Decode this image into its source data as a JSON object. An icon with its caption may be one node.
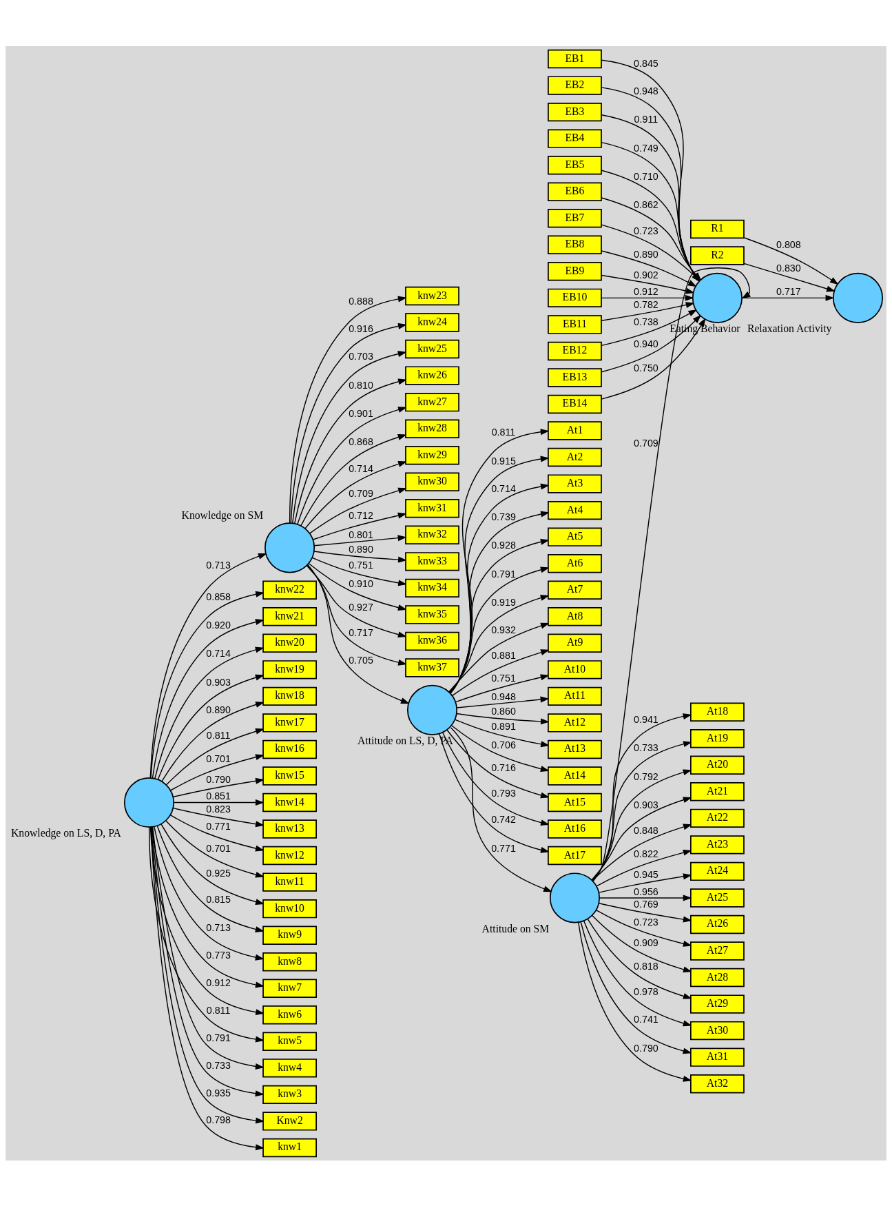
{
  "diagram": {
    "nodes": [
      {
        "text": [
          "knw23"
        ]
      },
      {
        "text": [
          "knw24"
        ]
      },
      {
        "text": [
          "knw25"
        ]
      },
      {
        "text": [
          "knw26"
        ]
      },
      {
        "text": [
          "knw27"
        ]
      },
      {
        "text": [
          "knw28"
        ]
      },
      {
        "text": [
          "knw29"
        ]
      },
      {
        "text": [
          "knw30"
        ]
      },
      {
        "text": [
          "knw31"
        ]
      },
      {
        "text": [
          "knw32"
        ]
      },
      {
        "text": [
          "knw33"
        ]
      },
      {
        "text": [
          "knw34"
        ]
      },
      {
        "text": [
          "knw35"
        ]
      },
      {
        "text": [
          "knw36"
        ]
      },
      {
        "text": [
          "knw37"
        ]
      },
      {
        "text": [],
        "shape": "circle",
        "beside": [
          "Knowledge on SM"
        ]
      },
      {
        "text": [
          "knw22"
        ]
      },
      {
        "text": [
          "knw21"
        ]
      },
      {
        "text": [
          "knw20"
        ]
      },
      {
        "text": [
          "knw19"
        ]
      },
      {
        "text": [
          "knw18"
        ]
      },
      {
        "text": [
          "knw17"
        ]
      },
      {
        "text": [
          "knw16"
        ]
      },
      {
        "text": [
          "knw15"
        ]
      },
      {
        "text": [
          "knw14"
        ]
      },
      {
        "text": [
          "knw13"
        ]
      },
      {
        "text": [
          "knw12"
        ]
      },
      {
        "text": [
          "knw11"
        ]
      },
      {
        "text": [
          "knw10"
        ]
      },
      {
        "text": [
          "knw9"
        ]
      },
      {
        "text": [
          "knw8"
        ]
      },
      {
        "text": [
          "knw7"
        ]
      },
      {
        "text": [
          "knw6"
        ]
      },
      {
        "text": [
          "knw5"
        ]
      },
      {
        "text": [
          "knw4"
        ]
      },
      {
        "text": [
          "knw3"
        ]
      },
      {
        "text": [
          "Knw2"
        ]
      },
      {
        "text": [
          "knw1"
        ]
      },
      {
        "text": [
          "At1"
        ]
      },
      {
        "text": [
          "At2"
        ]
      },
      {
        "text": [
          "At3"
        ]
      },
      {
        "text": [
          "At4"
        ]
      },
      {
        "text": [
          "At5"
        ]
      },
      {
        "text": [
          "At6"
        ]
      },
      {
        "text": [
          "At7"
        ]
      },
      {
        "text": [
          "At8"
        ]
      },
      {
        "text": [
          "At9"
        ]
      },
      {
        "text": [
          "At10"
        ]
      },
      {
        "text": [
          "At11"
        ]
      },
      {
        "text": [
          "At12"
        ]
      },
      {
        "text": [
          "At13"
        ]
      },
      {
        "text": [
          "At14"
        ]
      },
      {
        "text": [
          "At15"
        ]
      },
      {
        "text": [
          "At16"
        ]
      },
      {
        "text": [
          "At17"
        ]
      },
      {
        "text": [],
        "shape": "circle",
        "beside": [
          "Knowledge on LS, D, PA"
        ]
      },
      {
        "text": [],
        "shape": "circle",
        "beside": [
          "Attitude on LS, D, PA"
        ]
      },
      {
        "text": [
          "R1"
        ]
      },
      {
        "text": [
          "R2"
        ]
      },
      {
        "text": [],
        "shape": "circle",
        "beside": [
          "Relaxation Activity"
        ]
      },
      {
        "text": [],
        "shape": "circle",
        "beside": [
          "Attitude on SM"
        ]
      },
      {
        "text": [
          "At18"
        ]
      },
      {
        "text": [
          "At19"
        ]
      },
      {
        "text": [
          "At20"
        ]
      },
      {
        "text": [
          "At21"
        ]
      },
      {
        "text": [
          "At22"
        ]
      },
      {
        "text": [
          "At23"
        ]
      },
      {
        "text": [
          "At24"
        ]
      },
      {
        "text": [
          "At25"
        ]
      },
      {
        "text": [
          "At26"
        ]
      },
      {
        "text": [
          "At27"
        ]
      },
      {
        "text": [
          "At28"
        ]
      },
      {
        "text": [
          "At29"
        ]
      },
      {
        "text": [
          "At30"
        ]
      },
      {
        "text": [
          "At31"
        ]
      },
      {
        "text": [
          "At32"
        ]
      },
      {
        "text": [],
        "shape": "circle",
        "beside": [
          "Eating Behavior"
        ]
      },
      {
        "text": [
          "EB1"
        ]
      },
      {
        "text": [
          "EB2"
        ]
      },
      {
        "text": [
          "EB3"
        ]
      },
      {
        "text": [
          "EB4"
        ]
      },
      {
        "text": [
          "EB5"
        ]
      },
      {
        "text": [
          "EB6"
        ]
      },
      {
        "text": [
          "EB7"
        ]
      },
      {
        "text": [
          "EB8"
        ]
      },
      {
        "text": [
          "EB9"
        ]
      },
      {
        "text": [
          "EB10"
        ]
      },
      {
        "text": [
          "EB11"
        ]
      },
      {
        "text": [
          "EB12"
        ]
      },
      {
        "text": [
          "EB13"
        ]
      },
      {
        "text": [
          "EB14"
        ]
      }
    ],
    "edges": [
      {
        "from": 15,
        "to": 0,
        "arrow": "to",
        "label": "0.888"
      },
      {
        "from": 15,
        "to": 1,
        "arrow": "to",
        "label": "0.916"
      },
      {
        "from": 15,
        "to": 2,
        "arrow": "to",
        "label": "0.703"
      },
      {
        "from": 15,
        "to": 3,
        "arrow": "to",
        "label": "0.810"
      },
      {
        "from": 15,
        "to": 4,
        "arrow": "to",
        "label": "0.901"
      },
      {
        "from": 15,
        "to": 5,
        "arrow": "to",
        "label": "0.868"
      },
      {
        "from": 15,
        "to": 6,
        "arrow": "to",
        "label": "0.714"
      },
      {
        "from": 15,
        "to": 7,
        "arrow": "to",
        "label": "0.709"
      },
      {
        "from": 15,
        "to": 8,
        "arrow": "to",
        "label": "0.712"
      },
      {
        "from": 15,
        "to": 9,
        "arrow": "to",
        "label": "0.801"
      },
      {
        "from": 15,
        "to": 10,
        "arrow": "to",
        "label": "0.890"
      },
      {
        "from": 15,
        "to": 11,
        "arrow": "to",
        "label": "0.751"
      },
      {
        "from": 15,
        "to": 12,
        "arrow": "to",
        "label": "0.910"
      },
      {
        "from": 15,
        "to": 13,
        "arrow": "to",
        "label": "0.927"
      },
      {
        "from": 15,
        "to": 14,
        "arrow": "to",
        "label": "0.717"
      },
      {
        "from": 55,
        "to": 16,
        "arrow": "to",
        "label": "0.858"
      },
      {
        "from": 55,
        "to": 17,
        "arrow": "to",
        "label": "0.920"
      },
      {
        "from": 55,
        "to": 18,
        "arrow": "to",
        "label": "0.714"
      },
      {
        "from": 55,
        "to": 19,
        "arrow": "to",
        "label": "0.903"
      },
      {
        "from": 55,
        "to": 20,
        "arrow": "to",
        "label": "0.890"
      },
      {
        "from": 55,
        "to": 21,
        "arrow": "to",
        "label": "0.811"
      },
      {
        "from": 55,
        "to": 22,
        "arrow": "to",
        "label": "0.701"
      },
      {
        "from": 55,
        "to": 23,
        "arrow": "to",
        "label": "0.790"
      },
      {
        "from": 55,
        "to": 24,
        "arrow": "to",
        "label": "0.851"
      },
      {
        "from": 55,
        "to": 25,
        "arrow": "to",
        "label": "0.823"
      },
      {
        "from": 55,
        "to": 26,
        "arrow": "to",
        "label": "0.771"
      },
      {
        "from": 55,
        "to": 27,
        "arrow": "to",
        "label": "0.701"
      },
      {
        "from": 55,
        "to": 28,
        "arrow": "to",
        "label": "0.925"
      },
      {
        "from": 55,
        "to": 29,
        "arrow": "to",
        "label": "0.815"
      },
      {
        "from": 55,
        "to": 30,
        "arrow": "to",
        "label": "0.713"
      },
      {
        "from": 55,
        "to": 31,
        "arrow": "to",
        "label": "0.773"
      },
      {
        "from": 55,
        "to": 32,
        "arrow": "to",
        "label": "0.912"
      },
      {
        "from": 55,
        "to": 33,
        "arrow": "to",
        "label": "0.811"
      },
      {
        "from": 55,
        "to": 34,
        "arrow": "to",
        "label": "0.791"
      },
      {
        "from": 55,
        "to": 35,
        "arrow": "to",
        "label": "0.733"
      },
      {
        "from": 55,
        "to": 36,
        "arrow": "to",
        "label": "0.935"
      },
      {
        "from": 55,
        "to": 37,
        "arrow": "to",
        "label": "0.798"
      },
      {
        "from": 56,
        "to": 38,
        "arrow": "to",
        "label": "0.811"
      },
      {
        "from": 56,
        "to": 39,
        "arrow": "to",
        "label": "0.915"
      },
      {
        "from": 56,
        "to": 40,
        "arrow": "to",
        "label": "0.714"
      },
      {
        "from": 56,
        "to": 41,
        "arrow": "to",
        "label": "0.739"
      },
      {
        "from": 56,
        "to": 42,
        "arrow": "to",
        "label": "0.928"
      },
      {
        "from": 56,
        "to": 43,
        "arrow": "to",
        "label": "0.791"
      },
      {
        "from": 56,
        "to": 44,
        "arrow": "to",
        "label": "0.919"
      },
      {
        "from": 56,
        "to": 45,
        "arrow": "to",
        "label": "0.932"
      },
      {
        "from": 56,
        "to": 46,
        "arrow": "to",
        "label": "0.881"
      },
      {
        "from": 56,
        "to": 47,
        "arrow": "to",
        "label": "0.751"
      },
      {
        "from": 56,
        "to": 48,
        "arrow": "to",
        "label": "0.948"
      },
      {
        "from": 56,
        "to": 49,
        "arrow": "to",
        "label": "0.860"
      },
      {
        "from": 56,
        "to": 50,
        "arrow": "to",
        "label": "0.891"
      },
      {
        "from": 56,
        "to": 51,
        "arrow": "to",
        "label": "0.706"
      },
      {
        "from": 56,
        "to": 52,
        "arrow": "to",
        "label": "0.716"
      },
      {
        "from": 56,
        "to": 53,
        "arrow": "to",
        "label": "0.793"
      },
      {
        "from": 56,
        "to": 54,
        "arrow": "to",
        "label": "0.742"
      },
      {
        "from": 60,
        "to": 61,
        "arrow": "to",
        "label": "0.941"
      },
      {
        "from": 60,
        "to": 62,
        "arrow": "to",
        "label": "0.733"
      },
      {
        "from": 60,
        "to": 63,
        "arrow": "to",
        "label": "0.792"
      },
      {
        "from": 60,
        "to": 64,
        "arrow": "to",
        "label": "0.903"
      },
      {
        "from": 60,
        "to": 65,
        "arrow": "to",
        "label": "0.848"
      },
      {
        "from": 60,
        "to": 66,
        "arrow": "to",
        "label": "0.822"
      },
      {
        "from": 60,
        "to": 67,
        "arrow": "to",
        "label": "0.945"
      },
      {
        "from": 60,
        "to": 68,
        "arrow": "to",
        "label": "0.956"
      },
      {
        "from": 60,
        "to": 69,
        "arrow": "to",
        "label": "0.769"
      },
      {
        "from": 60,
        "to": 70,
        "arrow": "to",
        "label": "0.723"
      },
      {
        "from": 60,
        "to": 71,
        "arrow": "to",
        "label": "0.909"
      },
      {
        "from": 60,
        "to": 72,
        "arrow": "to",
        "label": "0.818"
      },
      {
        "from": 60,
        "to": 73,
        "arrow": "to",
        "label": "0.978"
      },
      {
        "from": 60,
        "to": 74,
        "arrow": "to",
        "label": "0.741"
      },
      {
        "from": 60,
        "to": 75,
        "arrow": "to",
        "label": "0.790"
      },
      {
        "from": 77,
        "to": 76,
        "arrow": "to",
        "label": "0.845"
      },
      {
        "from": 78,
        "to": 76,
        "arrow": "to",
        "label": "0.948"
      },
      {
        "from": 79,
        "to": 76,
        "arrow": "to",
        "label": "0.911"
      },
      {
        "from": 80,
        "to": 76,
        "arrow": "to",
        "label": "0.749"
      },
      {
        "from": 81,
        "to": 76,
        "arrow": "to",
        "label": "0.710"
      },
      {
        "from": 82,
        "to": 76,
        "arrow": "to",
        "label": "0.862"
      },
      {
        "from": 83,
        "to": 76,
        "arrow": "to",
        "label": "0.723"
      },
      {
        "from": 84,
        "to": 76,
        "arrow": "to",
        "label": "0.890"
      },
      {
        "from": 85,
        "to": 76,
        "arrow": "to",
        "label": "0.902"
      },
      {
        "from": 86,
        "to": 76,
        "arrow": "to",
        "label": "0.912"
      },
      {
        "from": 87,
        "to": 76,
        "arrow": "to",
        "label": "0.782"
      },
      {
        "from": 88,
        "to": 76,
        "arrow": "to",
        "label": "0.738"
      },
      {
        "from": 89,
        "to": 76,
        "arrow": "to",
        "label": "0.940"
      },
      {
        "from": 90,
        "to": 76,
        "arrow": "to",
        "label": "0.750"
      },
      {
        "from": 57,
        "to": 59,
        "arrow": "to",
        "label": "0.808"
      },
      {
        "from": 58,
        "to": 59,
        "arrow": "to",
        "label": "0.830"
      },
      {
        "from": 55,
        "to": 15,
        "arrow": "to",
        "label": "0.713"
      },
      {
        "from": 15,
        "to": 56,
        "arrow": "to",
        "label": "0.705"
      },
      {
        "from": 56,
        "to": 60,
        "arrow": "to",
        "label": "0.771"
      },
      {
        "from": 60,
        "to": 76,
        "arrow": "to",
        "label": "0.709"
      },
      {
        "from": 76,
        "to": 59,
        "arrow": "to",
        "label": "0.717"
      }
    ]
  }
}
